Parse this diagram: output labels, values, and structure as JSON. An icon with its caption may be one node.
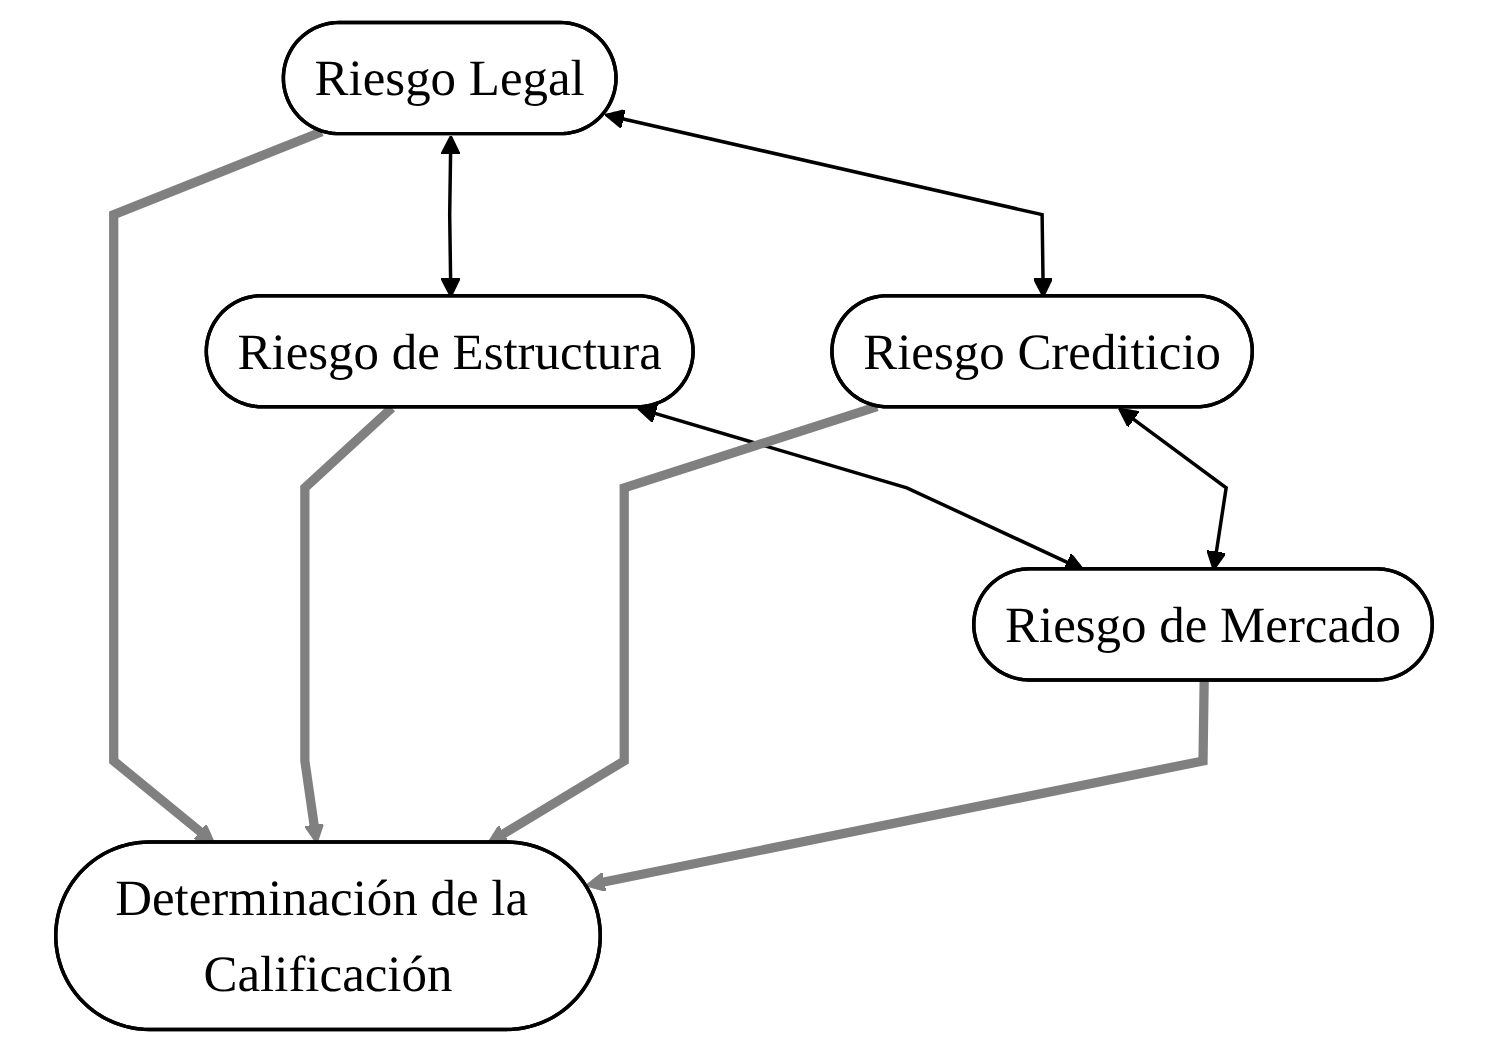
{
  "diagram": {
    "nodes": [
      {
        "text": [
          "Riesgo Legal"
        ]
      },
      {
        "text": [
          "Riesgo de Estructura"
        ]
      },
      {
        "text": [
          "Determinación de la Calificación"
        ]
      },
      {
        "text": [
          "Riesgo Crediticio"
        ]
      },
      {
        "text": [
          "Riesgo de Mercado"
        ]
      }
    ],
    "edges": [
      {
        "from": 0,
        "to": 1,
        "arrow": "both"
      },
      {
        "from": 0,
        "to": 2,
        "arrow": "to",
        "style": "thick",
        "color": "#808080"
      },
      {
        "from": 1,
        "to": 2,
        "arrow": "to",
        "style": "thick",
        "color": "#808080"
      },
      {
        "from": 0,
        "to": 3,
        "arrow": "both"
      },
      {
        "from": 1,
        "to": 4,
        "arrow": "both"
      },
      {
        "from": 3,
        "to": 2,
        "arrow": "to",
        "style": "thick",
        "color": "#808080"
      },
      {
        "from": 4,
        "to": 2,
        "arrow": "to",
        "style": "thick",
        "color": "#808080"
      },
      {
        "from": 3,
        "to": 4,
        "arrow": "both"
      }
    ]
  }
}
